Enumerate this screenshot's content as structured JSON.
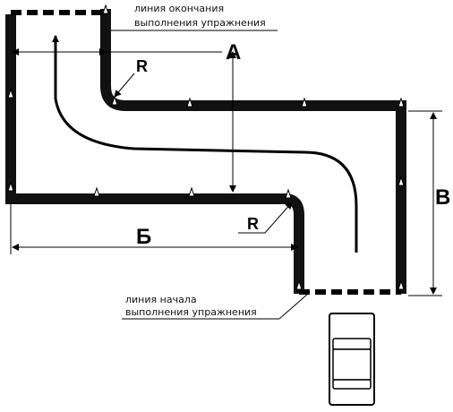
{
  "labels": {
    "end_line_1": "линия окончания",
    "end_line_2": "выполнения упражнения",
    "start_line_1": "линия начала",
    "start_line_2": "выполнения упражнения",
    "dim_a": "А",
    "dim_b": "Б",
    "dim_v": "В",
    "radius_top": "R",
    "radius_bottom": "R"
  },
  "colors": {
    "track": "#111111",
    "line": "#000000",
    "cone": "#ffffff"
  },
  "icons": [
    "cone-icon",
    "car-icon",
    "arrow-icon"
  ]
}
